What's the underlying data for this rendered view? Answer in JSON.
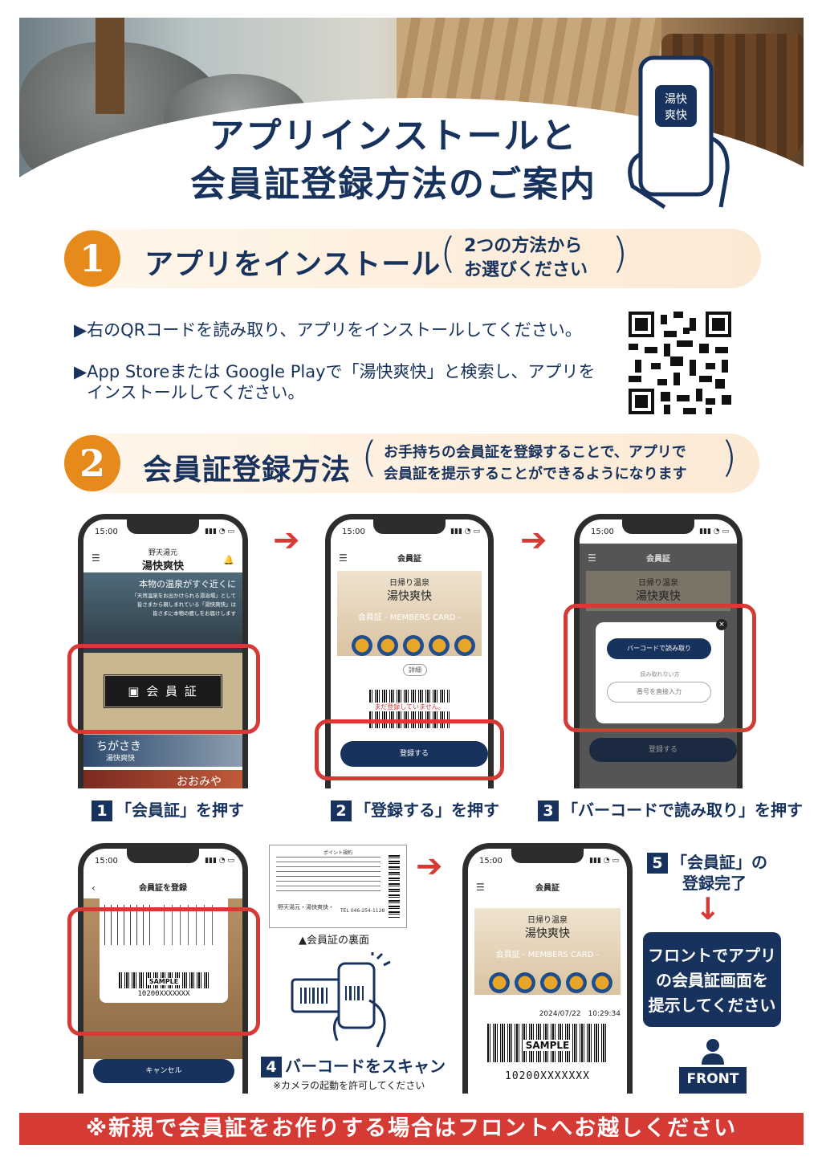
{
  "header": {
    "title_line1": "アプリインストールと",
    "title_line2": "会員証登録方法のご案内",
    "app_icon_text": "湯快爽快"
  },
  "section1": {
    "number": "1",
    "title": "アプリをインストール",
    "note_line1": "2つの方法から",
    "note_line2": "お選びください",
    "bullet1": "▶右のQRコードを読み取り、アプリをインストールしてください。",
    "bullet2_line1": "▶App Storeまたは Google Playで「湯快爽快」と検索し、アプリを",
    "bullet2_line2": "インストールしてください。"
  },
  "section2": {
    "number": "2",
    "title": "会員証登録方法",
    "note_line1": "お手持ちの会員証を登録することで、アプリで",
    "note_line2": "会員証を提示することができるようになります"
  },
  "phone_common": {
    "time": "15:00"
  },
  "step1": {
    "brand_small": "野天湯元",
    "brand": "湯快爽快",
    "hero_text": "本物の温泉がすぐ近くに",
    "hero_sub1": "「天然温泉をお出かけられる湯治場」として",
    "hero_sub2": "皆さまから親しまれている「湯快爽快」は",
    "hero_sub3": "皆さまに本物の癒しをお届けします",
    "member_button": "会 員 証",
    "store1": "ちがさき",
    "store1_sub": "湯快爽快",
    "store2": "おおみや",
    "caption_num": "1",
    "caption": "「会員証」を押す"
  },
  "step2": {
    "header": "会員証",
    "card_title": "日帰り温泉",
    "card_brand": "湯快爽快",
    "card_label": "会員証 - MEMBERS CARD -",
    "detail": "詳細",
    "unregistered": "まだ登録していません。",
    "register_button": "登録する",
    "caption_num": "2",
    "caption": "「登録する」を押す"
  },
  "step3": {
    "header": "会員証",
    "card_title": "日帰り温泉",
    "card_brand": "湯快爽快",
    "scan_button": "バーコードで読み取り",
    "cannot_read": "読み取れない方",
    "manual_input": "番号を直接入力",
    "register_button": "登録する",
    "caption_num": "3",
    "caption": "「バーコードで読み取り」を押す"
  },
  "step4": {
    "header": "会員証を登録",
    "sample": "SAMPLE",
    "number": "10200XXXXXXX",
    "cancel": "キャンセル",
    "card_back_title": "ポイント規約",
    "card_back_label": "▲会員証の裏面",
    "card_back_store": "野天湯元・湯快爽快・",
    "card_back_tel": "TEL 046-254-1128",
    "caption_num": "4",
    "caption": "バーコードをスキャン",
    "caption_note": "※カメラの起動を許可してください"
  },
  "step5": {
    "header": "会員証",
    "card_title": "日帰り温泉",
    "card_brand": "湯快爽快",
    "card_label": "会員証 - MEMBERS CARD -",
    "timestamp": "2024/07/22　10:29:34",
    "sample": "SAMPLE",
    "number": "10200XXXXXXX",
    "caption_num": "5",
    "caption_line1": "「会員証」の",
    "caption_line2": "登録完了",
    "front_line1": "フロントでアプリ",
    "front_line2": "の会員証画面を",
    "front_line3": "提示してください",
    "front_sign": "FRONT"
  },
  "footer": {
    "text": "※新規で会員証をお作りする場合はフロントへお越しください"
  },
  "colors": {
    "navy": "#17325c",
    "orange": "#e58a1b",
    "red": "#d63a34"
  }
}
